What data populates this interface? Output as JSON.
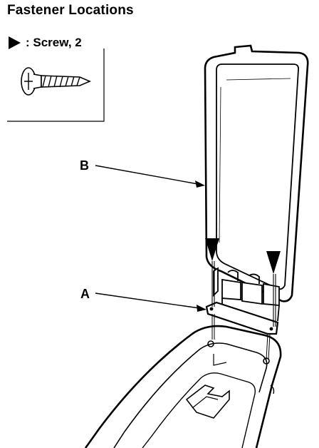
{
  "title": "Fastener Locations",
  "legend": {
    "marker": "filled-triangle-marker",
    "text": ": Screw, 2"
  },
  "callouts": {
    "a": "A",
    "b": "B"
  },
  "parts": {
    "a": "bracket",
    "b": "armrest-lid"
  }
}
